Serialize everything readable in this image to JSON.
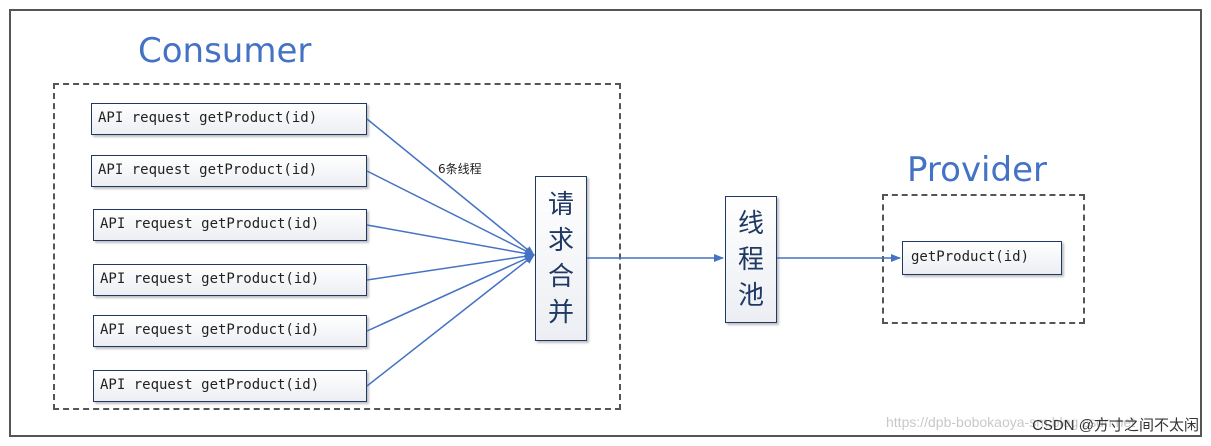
{
  "consumer": {
    "title": "Consumer",
    "requests": [
      "API request getProduct(id)",
      "API request getProduct(id)",
      "API request getProduct(id)",
      "API request getProduct(id)",
      "API request getProduct(id)",
      "API request getProduct(id)"
    ],
    "thread_label": "6条线程"
  },
  "merge": {
    "chars": [
      "请",
      "求",
      "合",
      "并"
    ]
  },
  "pool": {
    "chars": [
      "线",
      "程",
      "池"
    ]
  },
  "provider": {
    "title": "Provider",
    "method": "getProduct(id)"
  },
  "watermark": {
    "url": "https://dpb-bobokaoya-sm.blog.csdn.net",
    "credit": "CSDN @方寸之间不太闲"
  },
  "colors": {
    "accent": "#4472c4",
    "box_border": "#1f3864",
    "arrow": "#4472c4"
  }
}
